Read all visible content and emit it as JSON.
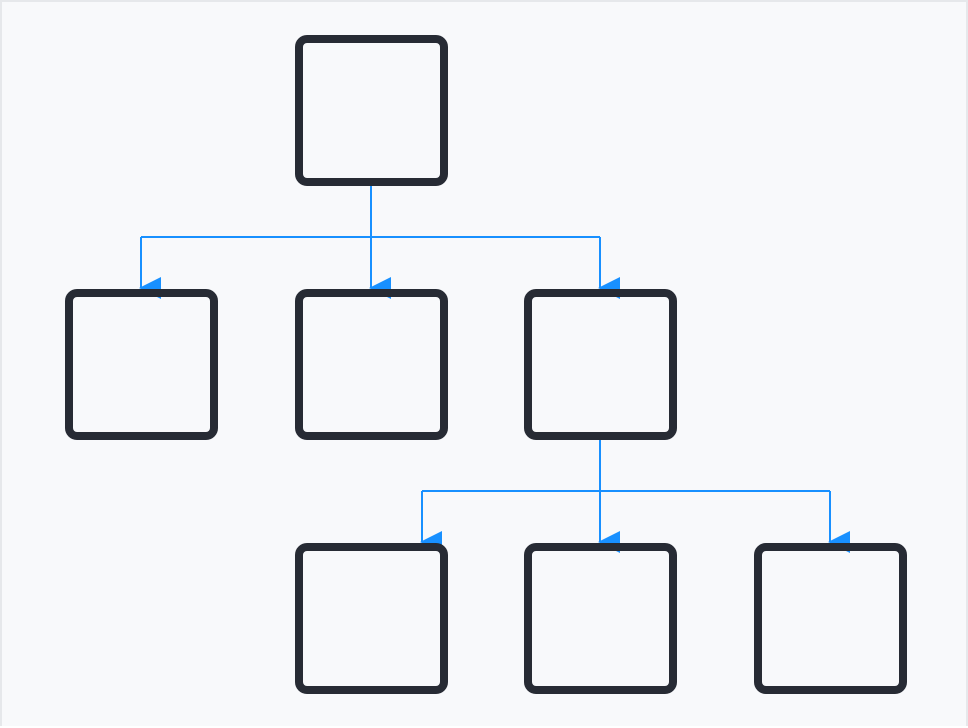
{
  "colors": {
    "background": "#f8f9fb",
    "frame": "#e6e8eb",
    "node_stroke": "#272b34",
    "connector": "#1890ff"
  },
  "tree": {
    "root": "n0",
    "nodes": [
      "n0",
      "n1",
      "n2",
      "n3",
      "n4",
      "n5",
      "n6"
    ],
    "children": {
      "n0": [
        "n1",
        "n2",
        "n3"
      ],
      "n3": [
        "n4",
        "n5",
        "n6"
      ]
    }
  }
}
